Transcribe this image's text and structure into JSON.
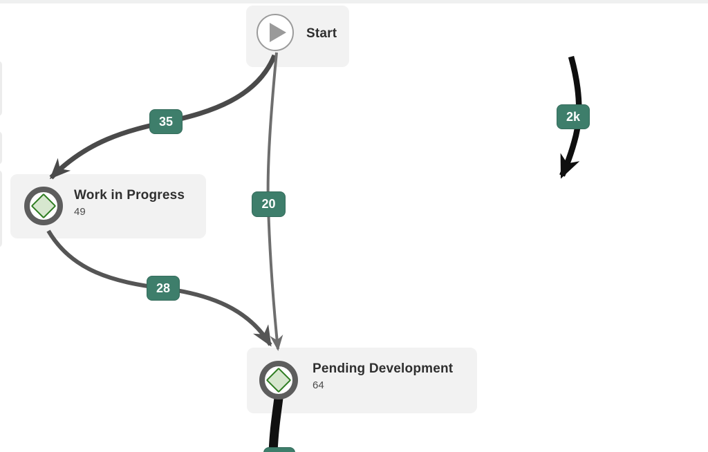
{
  "diagram": {
    "type": "workflow",
    "nodes": [
      {
        "id": "start",
        "label": "Start",
        "icon": "play-icon"
      },
      {
        "id": "work-in-progress",
        "label": "Work in Progress",
        "count": "49",
        "icon": "status-diamond-icon"
      },
      {
        "id": "pending-development",
        "label": "Pending Development",
        "count": "64",
        "icon": "status-diamond-icon"
      }
    ],
    "edges": [
      {
        "from": "start",
        "to": "work-in-progress",
        "label": "35"
      },
      {
        "from": "start",
        "to": "pending-development",
        "label": "20"
      },
      {
        "from": "work-in-progress",
        "to": "pending-development",
        "label": "28"
      },
      {
        "from": "offscreen-top-right",
        "to": "offscreen-bottom-right",
        "label": "2k"
      },
      {
        "from": "pending-development",
        "to": "offscreen-bottom",
        "label": ""
      }
    ],
    "colors": {
      "badge_bg": "#3e7e6b",
      "badge_text": "#ffffff",
      "card_bg": "#f2f2f2",
      "title_text": "#2f2f2f",
      "count_text": "#4a4a4a",
      "status_ring": "#5d5d5d",
      "diamond_fill": "#d7e7cf",
      "diamond_border": "#2f7d22",
      "edge_dark_gray": "#4a4a4a",
      "edge_mid_gray": "#6e6e6e",
      "edge_black": "#0f0f0f"
    }
  }
}
